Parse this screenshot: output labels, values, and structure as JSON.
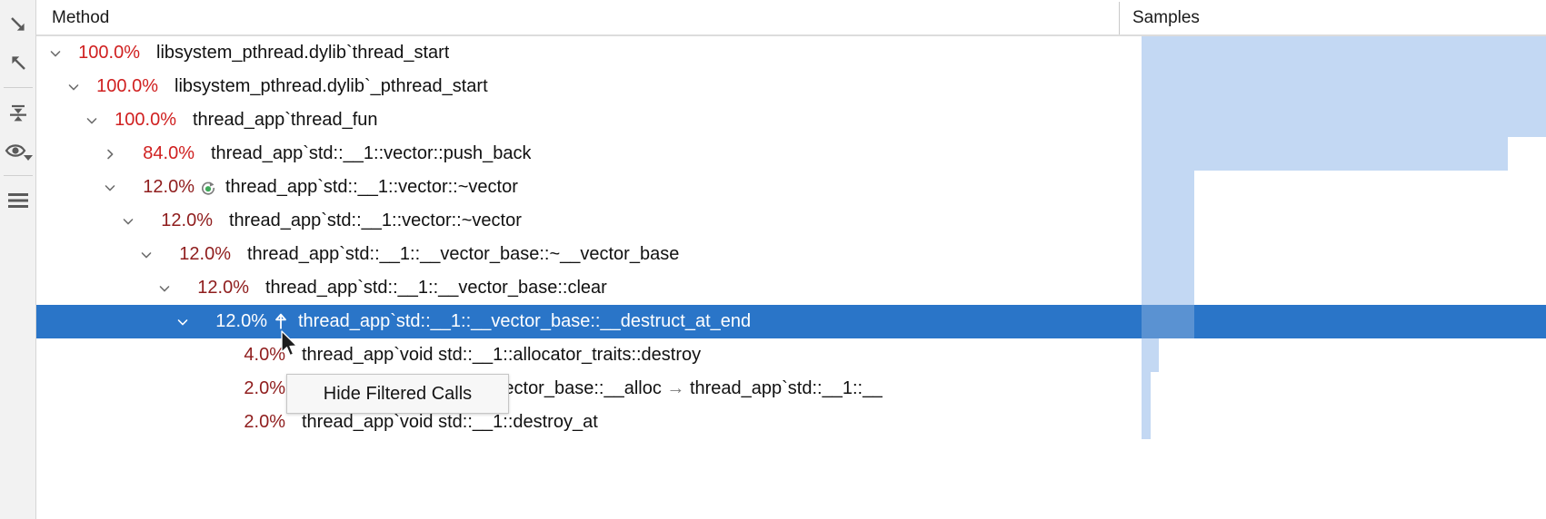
{
  "toolbar": {
    "items": [
      {
        "name": "expand-all-icon",
        "label": "Expand All"
      },
      {
        "name": "collapse-all-icon",
        "label": "Collapse All"
      },
      {
        "name": "separator-1",
        "label": ""
      },
      {
        "name": "collapse-to-level-icon",
        "label": "Collapse Nodes"
      },
      {
        "name": "eye-dropdown-icon",
        "label": "View Options"
      },
      {
        "name": "separator-2",
        "label": ""
      },
      {
        "name": "menu-icon",
        "label": "Menu"
      }
    ]
  },
  "header": {
    "method_label": "Method",
    "samples_label": "Samples"
  },
  "colors": {
    "selection": "#2a75c8",
    "bar": "#c3d8f3",
    "bar_selected": "#5a92d2",
    "pct_hot": "#d02020",
    "pct_cold": "#8f1d1d",
    "recursion_badge": "#3faa5a",
    "toolbar_bg": "#f2f2f2"
  },
  "tooltip": {
    "text": "Hide Filtered Calls"
  },
  "max_samples": 50,
  "rows": [
    {
      "indent": 0,
      "twisty": "down",
      "pct": "100.0%",
      "pct_hot": true,
      "badge": "none",
      "method": "libsystem_pthread.dylib`thread_start",
      "samples": "50",
      "samples_value": 50,
      "selected": false
    },
    {
      "indent": 1,
      "twisty": "down",
      "pct": "100.0%",
      "pct_hot": true,
      "badge": "none",
      "method": "libsystem_pthread.dylib`_pthread_start",
      "samples": "50",
      "samples_value": 50,
      "selected": false
    },
    {
      "indent": 2,
      "twisty": "down",
      "pct": "100.0%",
      "pct_hot": true,
      "badge": "none",
      "method": "thread_app`thread_fun",
      "samples": "50",
      "samples_value": 50,
      "selected": false
    },
    {
      "indent": 3,
      "twisty": "right",
      "pct": "84.0%",
      "pct_hot": true,
      "badge": "none",
      "method": "thread_app`std::__1::vector::push_back",
      "samples": "42",
      "samples_value": 42,
      "selected": false
    },
    {
      "indent": 3,
      "twisty": "down",
      "pct": "12.0%",
      "pct_hot": false,
      "badge": "recursion",
      "method": "thread_app`std::__1::vector::~vector",
      "samples": "6",
      "samples_value": 6,
      "selected": false
    },
    {
      "indent": 4,
      "twisty": "down",
      "pct": "12.0%",
      "pct_hot": false,
      "badge": "none",
      "method": "thread_app`std::__1::vector::~vector",
      "samples": "6",
      "samples_value": 6,
      "selected": false
    },
    {
      "indent": 5,
      "twisty": "down",
      "pct": "12.0%",
      "pct_hot": false,
      "badge": "none",
      "method": "thread_app`std::__1::__vector_base::~__vector_base",
      "samples": "6",
      "samples_value": 6,
      "selected": false
    },
    {
      "indent": 6,
      "twisty": "down",
      "pct": "12.0%",
      "pct_hot": false,
      "badge": "none",
      "method": "thread_app`std::__1::__vector_base::clear",
      "samples": "6",
      "samples_value": 6,
      "selected": false
    },
    {
      "indent": 7,
      "twisty": "down",
      "pct": "12.0%",
      "pct_hot": false,
      "badge": "up-arrow",
      "method": "thread_app`std::__1::__vector_base::__destruct_at_end",
      "samples": "6",
      "samples_value": 6,
      "selected": true
    },
    {
      "indent": 8,
      "twisty": "none",
      "pct": "4.0%",
      "pct_hot": false,
      "badge": "none",
      "method": "thread_app`void std::__1::allocator_traits::destroy",
      "samples": "2",
      "samples_value": 2,
      "selected": false
    },
    {
      "indent": 8,
      "twisty": "none",
      "pct": "2.0%",
      "pct_hot": false,
      "badge": "none",
      "method": "thread_app`std::__1::__vector_base::__alloc → thread_app`std::__1::__",
      "samples": "1",
      "samples_value": 1,
      "selected": false
    },
    {
      "indent": 8,
      "twisty": "none",
      "pct": "2.0%",
      "pct_hot": false,
      "badge": "none",
      "method": "thread_app`void std::__1::destroy_at",
      "samples": "1",
      "samples_value": 1,
      "selected": false
    }
  ]
}
